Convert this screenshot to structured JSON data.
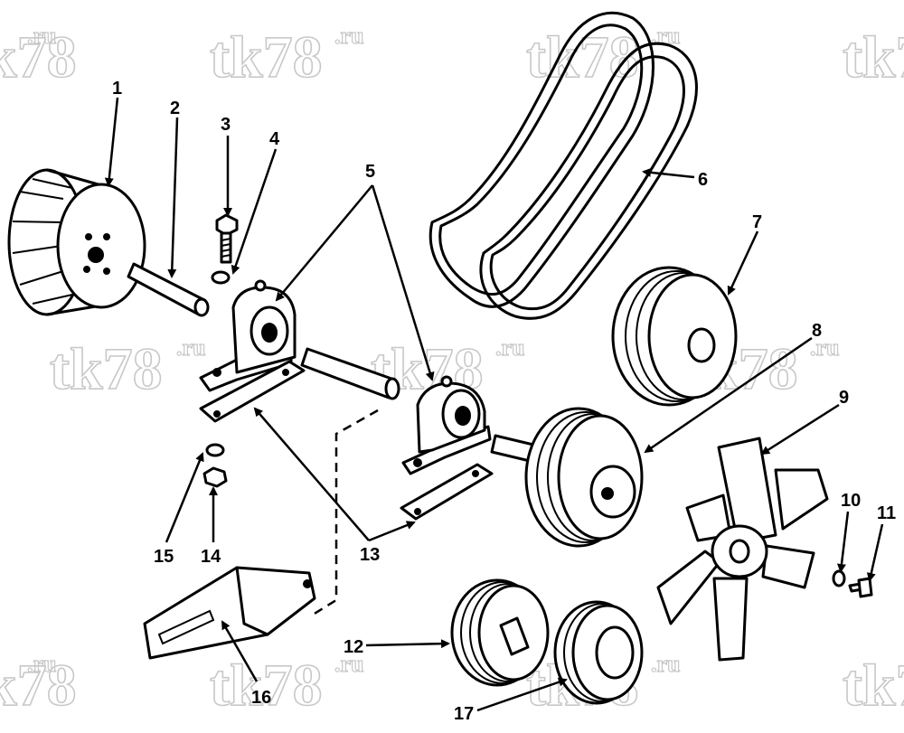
{
  "callouts": {
    "c1": "1",
    "c2": "2",
    "c3": "3",
    "c4": "4",
    "c5": "5",
    "c6": "6",
    "c7": "7",
    "c8": "8",
    "c9": "9",
    "c10": "10",
    "c11": "11",
    "c12": "12",
    "c13": "13",
    "c14": "14",
    "c15": "15",
    "c16": "16",
    "c17": "17"
  },
  "watermark": {
    "main": "tk78",
    "suffix": ".ru"
  },
  "colors": {
    "line": "#000000",
    "watermark": "#c8c8c8",
    "background": "#ffffff"
  }
}
